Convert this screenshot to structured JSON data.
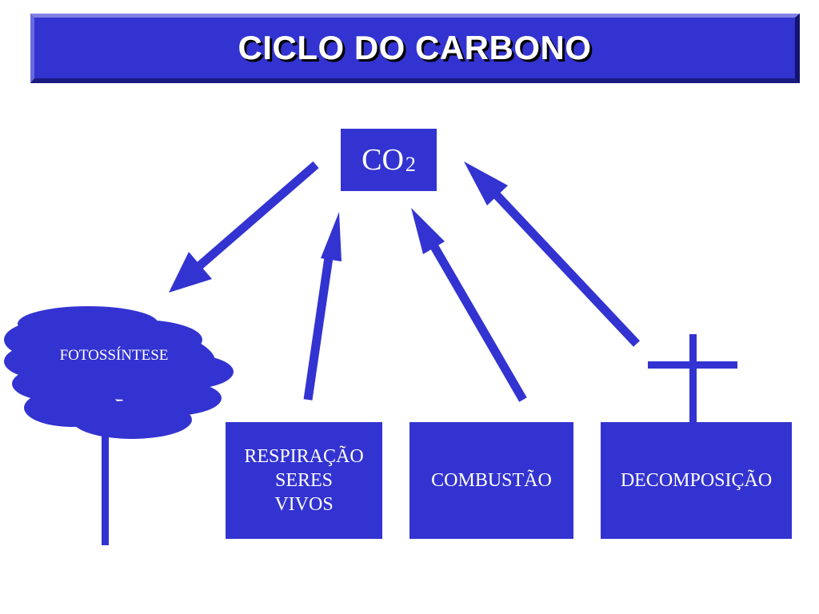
{
  "title": "CICLO DO CARBONO",
  "nodes": {
    "co2": {
      "main": "CO",
      "sub": "2"
    },
    "photosynthesis": "FOTOSSÍNTESE",
    "respiration": [
      "RESPIRAÇÃO",
      "SERES",
      "VIVOS"
    ],
    "combustion": "COMBUSTÃO",
    "decomposition": "DECOMPOSIÇÃO"
  },
  "colors": {
    "primary": "#3333d1",
    "title_text": "#ffffff",
    "title_shadow": "#000000",
    "background": "#ffffff"
  },
  "icons": [
    "tree-icon",
    "cross-icon"
  ]
}
